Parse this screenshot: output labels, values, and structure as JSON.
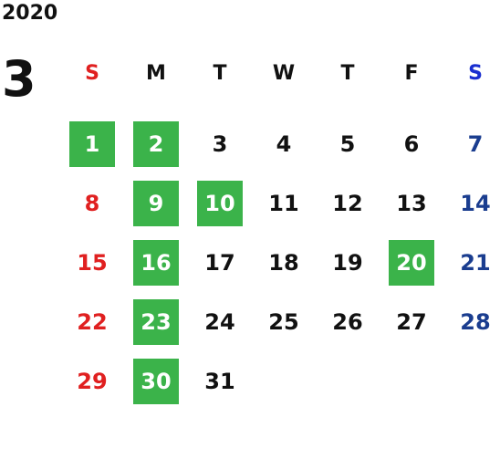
{
  "calendar": {
    "year": "2020",
    "month": "3",
    "weekdays": [
      "S",
      "M",
      "T",
      "W",
      "T",
      "F",
      "S"
    ],
    "first_weekday_index": 0,
    "days": [
      {
        "n": "1",
        "hl": true
      },
      {
        "n": "2",
        "hl": true
      },
      {
        "n": "3",
        "hl": false
      },
      {
        "n": "4",
        "hl": false
      },
      {
        "n": "5",
        "hl": false
      },
      {
        "n": "6",
        "hl": false
      },
      {
        "n": "7",
        "hl": false
      },
      {
        "n": "8",
        "hl": false
      },
      {
        "n": "9",
        "hl": true
      },
      {
        "n": "10",
        "hl": true
      },
      {
        "n": "11",
        "hl": false
      },
      {
        "n": "12",
        "hl": false
      },
      {
        "n": "13",
        "hl": false
      },
      {
        "n": "14",
        "hl": false
      },
      {
        "n": "15",
        "hl": false
      },
      {
        "n": "16",
        "hl": true
      },
      {
        "n": "17",
        "hl": false
      },
      {
        "n": "18",
        "hl": false
      },
      {
        "n": "19",
        "hl": false
      },
      {
        "n": "20",
        "hl": true
      },
      {
        "n": "21",
        "hl": false
      },
      {
        "n": "22",
        "hl": false
      },
      {
        "n": "23",
        "hl": true
      },
      {
        "n": "24",
        "hl": false
      },
      {
        "n": "25",
        "hl": false
      },
      {
        "n": "26",
        "hl": false
      },
      {
        "n": "27",
        "hl": false
      },
      {
        "n": "28",
        "hl": false
      },
      {
        "n": "29",
        "hl": false
      },
      {
        "n": "30",
        "hl": true
      },
      {
        "n": "31",
        "hl": false
      }
    ]
  },
  "colors": {
    "highlight": "#3bb34a",
    "sunday": "#e02020",
    "saturday": "#1a3d8f",
    "saturday_header": "#1a2fd0",
    "weekday": "#111111"
  }
}
